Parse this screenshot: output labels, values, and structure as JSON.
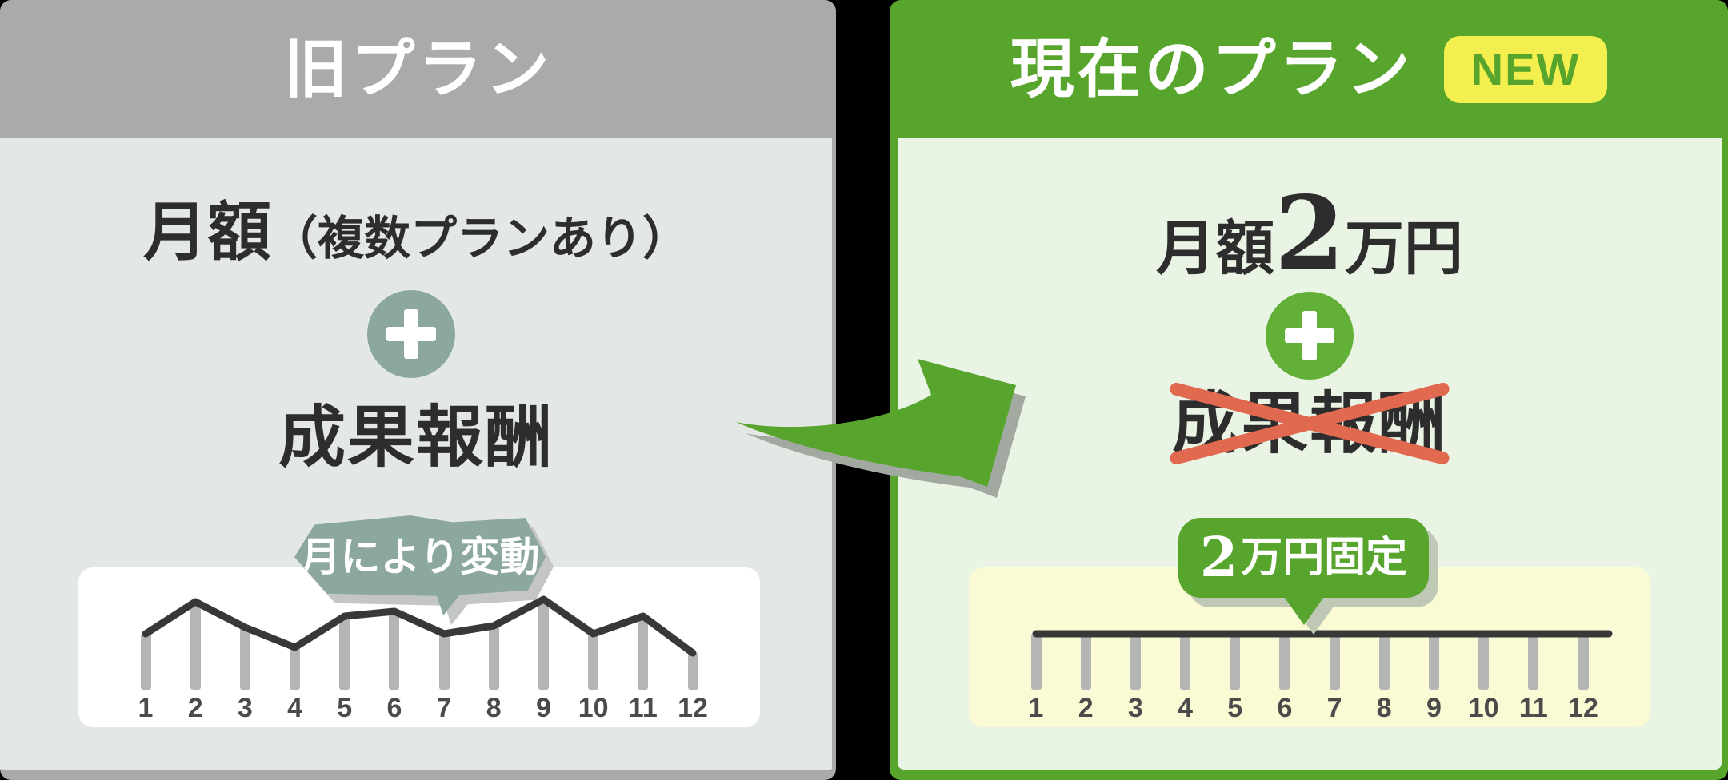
{
  "theme": {
    "green": "#58a52d",
    "green_plus": "#63b038",
    "badge_yellow": "#f2ef4e",
    "sage": "#8ca79e",
    "header_gray": "#a9aaa9",
    "old_body_bg": "#e4e8e5",
    "new_body_bg": "#e9f4e5",
    "old_chart_card_bg": "#ffffff",
    "new_chart_card_bg": "#fafad4",
    "bar_gray": "#b5b5b5",
    "chart_line": "#383838",
    "text_ink": "#2d2d2d",
    "strike_red": "#e0694f"
  },
  "old_plan": {
    "header_title": "旧プラン",
    "fee_main": "月額",
    "fee_note": "（複数プランあり）",
    "plus": "+",
    "reward_label": "成果報酬",
    "bubble_label": "月により変動"
  },
  "new_plan": {
    "header_title": "現在のプラン",
    "badge_label": "NEW",
    "fee_prefix": "月額",
    "fee_amount": "2",
    "fee_suffix": "万円",
    "plus": "+",
    "reward_label": "成果報酬",
    "bubble_amount": "2",
    "bubble_label": "万円固定"
  },
  "chart_data": [
    {
      "type": "line",
      "panel": "old_plan",
      "title": "",
      "xlabel": "month",
      "ylabel": "",
      "x": [
        "1",
        "2",
        "3",
        "4",
        "5",
        "6",
        "7",
        "8",
        "9",
        "10",
        "11",
        "12"
      ],
      "values": [
        0.62,
        0.97,
        0.69,
        0.47,
        0.81,
        0.87,
        0.62,
        0.71,
        1.0,
        0.62,
        0.81,
        0.41
      ],
      "ylim": [
        0,
        1
      ],
      "grid": false,
      "bars_under_line": true,
      "annotation": "月により変動"
    },
    {
      "type": "line",
      "panel": "new_plan",
      "title": "",
      "xlabel": "month",
      "ylabel": "",
      "x": [
        "1",
        "2",
        "3",
        "4",
        "5",
        "6",
        "7",
        "8",
        "9",
        "10",
        "11",
        "12"
      ],
      "values": [
        0.62,
        0.62,
        0.62,
        0.62,
        0.62,
        0.62,
        0.62,
        0.62,
        0.62,
        0.62,
        0.62,
        0.62
      ],
      "ylim": [
        0,
        1
      ],
      "grid": false,
      "bars_under_line": true,
      "line_extends_right": true,
      "annotation": "2万円固定"
    }
  ]
}
